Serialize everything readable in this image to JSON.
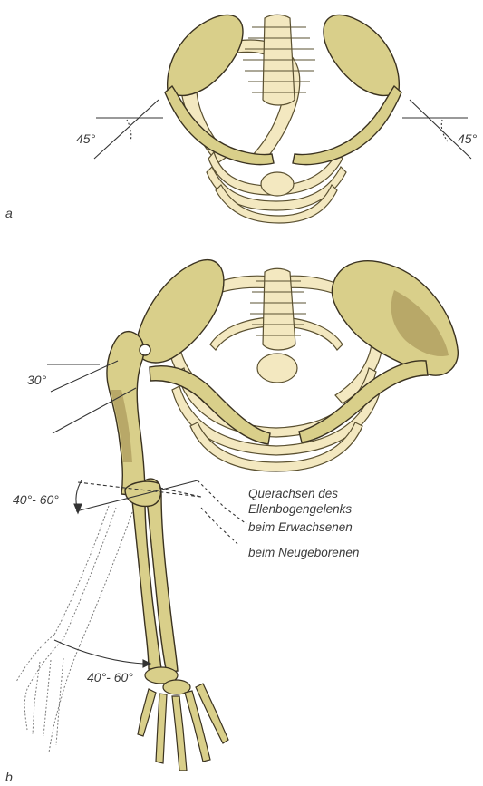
{
  "figure_a": {
    "panel_label": "a",
    "angle_left": "45°",
    "angle_right": "45°"
  },
  "figure_b": {
    "panel_label": "b",
    "shoulder_angle": "30°",
    "elbow_angle": "40°- 60°",
    "forearm_angle": "40°- 60°",
    "caption_line1": "Querachsen des",
    "caption_line2": "Ellenbogengelenks",
    "caption_adult": "beim Erwachsenen",
    "caption_newborn": "beim Neugeborenen"
  },
  "colors": {
    "pale_bone": "#f3e8c0",
    "pale_bone_stroke": "#5a5030",
    "shaded_bone": "#d9cf8a",
    "shaded_bone_dark": "#b8a868",
    "bone_stroke": "#3a3220",
    "line": "#333333",
    "dashed": "#555555"
  }
}
